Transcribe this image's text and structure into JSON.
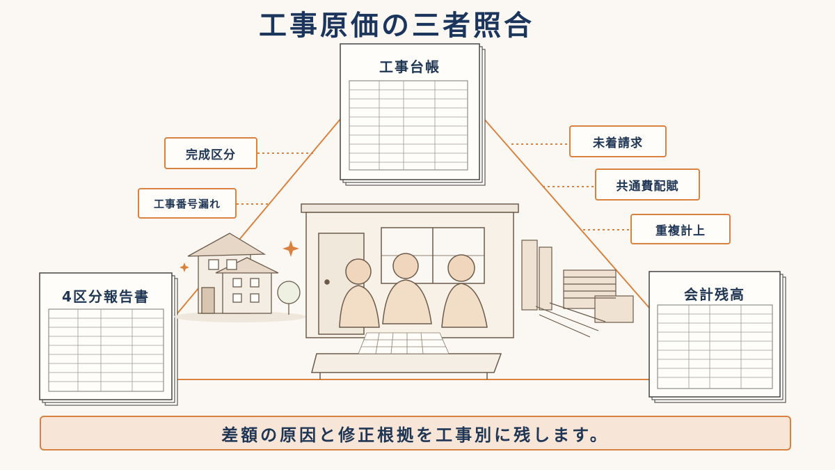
{
  "title": "工事原価の三者照合",
  "documents": {
    "top": "工事台帳",
    "left": "4区分報告書",
    "right": "会計残高"
  },
  "left_tags": [
    "完成区分",
    "工事番号漏れ"
  ],
  "right_tags": [
    "未着請求",
    "共通費配賦",
    "重複計上"
  ],
  "footer": "差額の原因と修正根拠を工事別に残します。",
  "colors": {
    "accent": "#d9823f",
    "navy": "#1c355c",
    "background": "#fbf8f3",
    "banner_fill": "#f7e6d8"
  }
}
